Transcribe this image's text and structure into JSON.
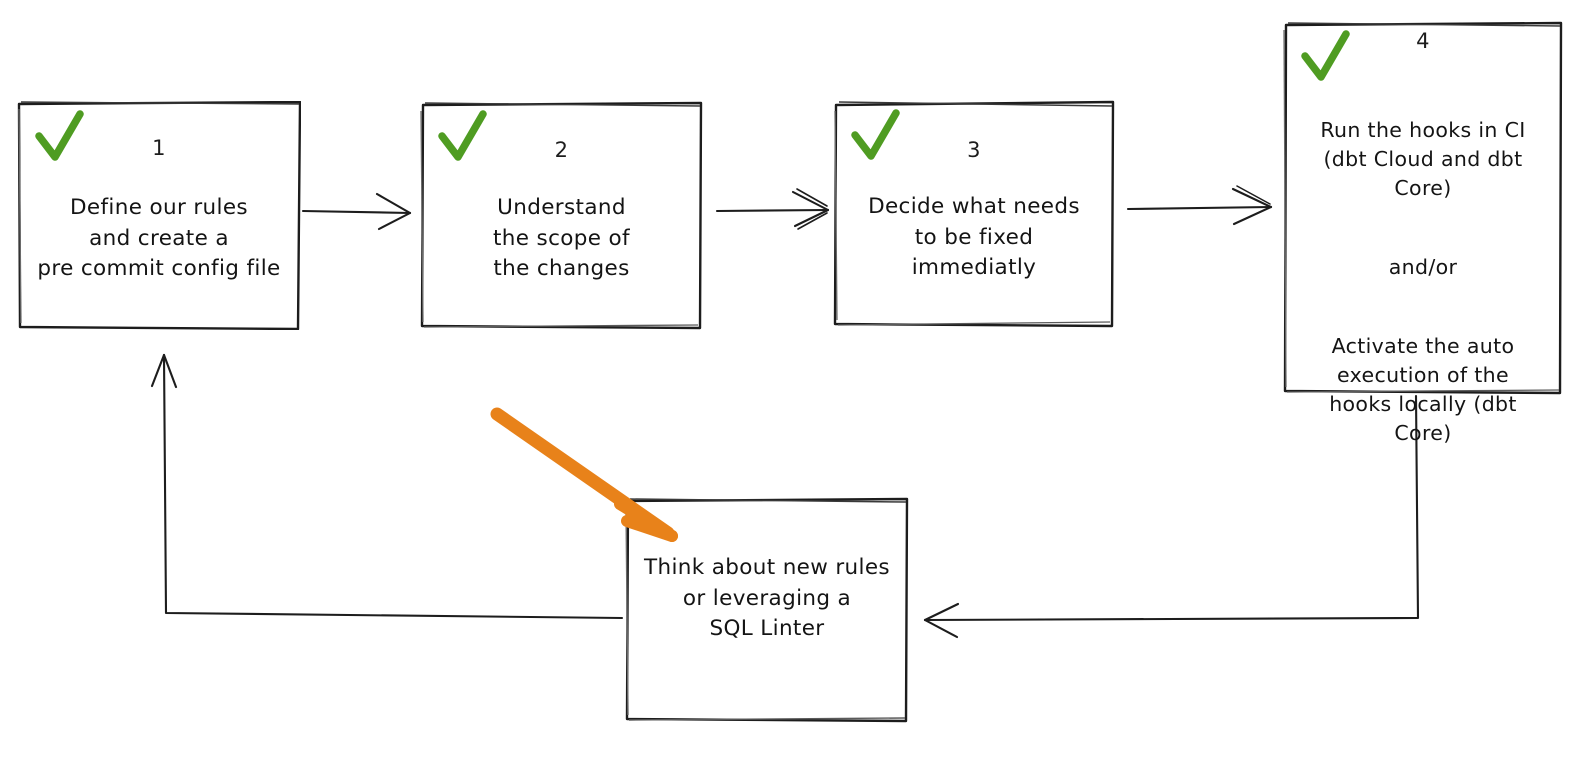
{
  "diagram": {
    "title": "Pre-commit hooks adoption workflow",
    "accent_orange": "#e8821a",
    "check_green": "#4f9c22",
    "stroke_color": "#1d1d1d",
    "background": "#ffffff",
    "nodes": [
      {
        "id": "step-1",
        "number": "1",
        "status_icon": "green-check",
        "text": "Define our rules\nand create a\npre commit config file"
      },
      {
        "id": "step-2",
        "number": "2",
        "status_icon": "green-check",
        "text": "Understand\nthe scope of\nthe changes"
      },
      {
        "id": "step-3",
        "number": "3",
        "status_icon": "green-check",
        "text": "Decide what needs\nto be fixed\nimmediatly"
      },
      {
        "id": "step-4",
        "number": "4",
        "status_icon": "green-check",
        "text_part_1": "Run the hooks in CI\n(dbt Cloud and dbt\nCore)",
        "text_part_2": "and/or",
        "text_part_3": "Activate the auto\nexecution of the\nhooks locally (dbt\nCore)"
      },
      {
        "id": "step-loop",
        "number": "",
        "status_icon": "none",
        "text": "Think about new rules\nor leveraging a\nSQL Linter"
      }
    ],
    "connectors": [
      {
        "id": "arrow-1-to-2",
        "from": "step-1",
        "to": "step-2",
        "direction": "right"
      },
      {
        "id": "arrow-2-to-3",
        "from": "step-2",
        "to": "step-3",
        "direction": "right"
      },
      {
        "id": "arrow-3-to-4",
        "from": "step-3",
        "to": "step-4",
        "direction": "right"
      },
      {
        "id": "arrow-4-to-loop",
        "from": "step-4",
        "to": "step-loop",
        "direction": "left"
      },
      {
        "id": "arrow-loop-to-1",
        "from": "step-loop",
        "to": "step-1",
        "direction": "up"
      }
    ],
    "annotations": [
      {
        "id": "orange-highlight-arrow",
        "color": "#e8821a",
        "points_at": "step-loop"
      }
    ]
  }
}
